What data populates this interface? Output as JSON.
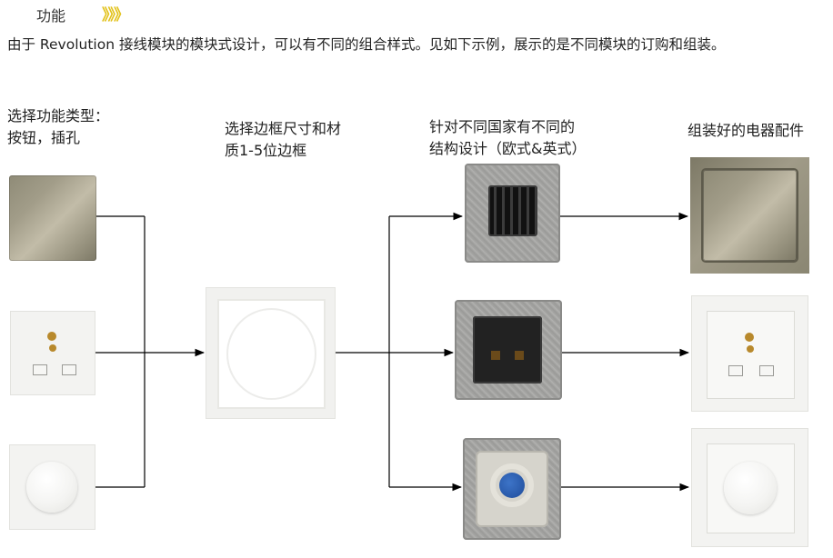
{
  "header": {
    "title": "功能",
    "chevrons": "》》》"
  },
  "intro": "由于 Revolution 接线模块的模块式设计，可以有不同的组合样式。见如下示例，展示的是不同模块的订购和组装。",
  "columns": {
    "col1": {
      "line1": "选择功能类型：",
      "line2": "按钮，插孔"
    },
    "col2": {
      "line1": "选择边框尺寸和材",
      "line2": "质1-5位边框"
    },
    "col3": {
      "line1": "针对不同国家有不同的",
      "line2": "结构设计（欧式&英式）"
    },
    "col4": {
      "line1": "组装好的电器配件"
    }
  },
  "colors": {
    "chevron": "#e2c21c",
    "line": "#000000"
  }
}
